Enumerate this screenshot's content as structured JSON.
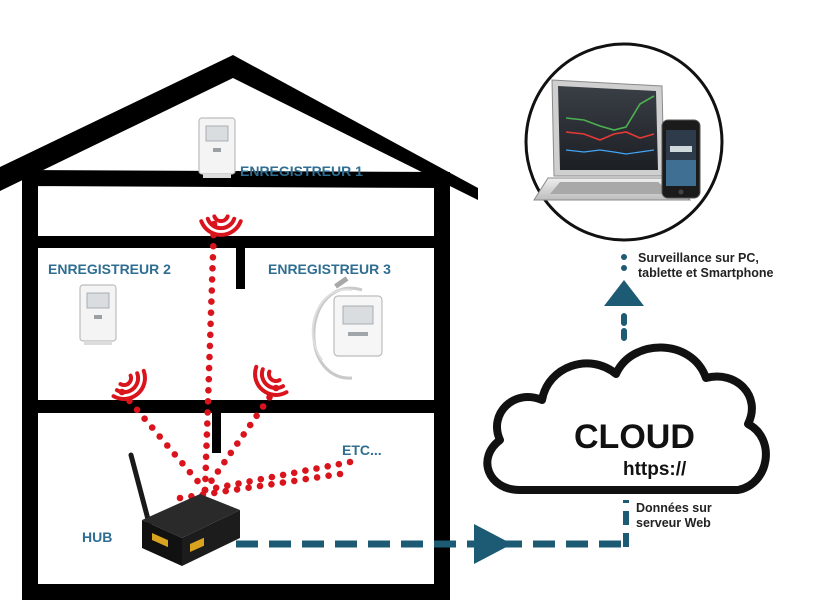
{
  "labels": {
    "recorder1": "ENREGISTREUR 1",
    "recorder2": "ENREGISTREUR 2",
    "recorder3": "ENREGISTREUR 3",
    "etc": "ETC...",
    "hub": "HUB",
    "cloud_title": "CLOUD",
    "cloud_protocol": "https://",
    "monitoring_line1": "Surveillance sur PC,",
    "monitoring_line2": "tablette et Smartphone",
    "data_line1": "Données sur",
    "data_line2": "serveur Web"
  },
  "colors": {
    "house": "#000000",
    "signal_red": "#d9141c",
    "label_blue": "#2f6e92",
    "link_teal": "#1d5a73"
  },
  "icons": {
    "device": "wifi-temperature-recorder-icon",
    "hub": "wireless-hub-router-icon",
    "cloud": "cloud-icon",
    "monitor": "laptop-and-smartphone-icon"
  }
}
